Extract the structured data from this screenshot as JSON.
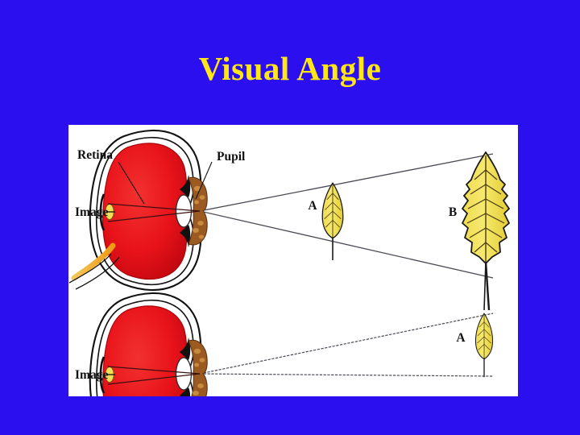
{
  "slide": {
    "title": "Visual Angle",
    "background_color": "#2B0FEF",
    "title_color": "#FFE617",
    "panel_color": "#FFFFFF"
  },
  "figure": {
    "caption": "Two-panel diagram showing visual angle: a near small leaf and a far large leaf subtend the same visual angle (top), versus a far small leaf subtending a smaller visual angle (bottom).",
    "top_diagram": {
      "name": "large-visual-angle-diagram",
      "eye_labels": [
        {
          "id": "retina",
          "text": "Retina"
        },
        {
          "id": "pupil",
          "text": "Pupil"
        },
        {
          "id": "image",
          "text": "Image"
        }
      ],
      "objects": [
        {
          "id": "leaf-a",
          "label": "A",
          "size": "small",
          "distance": "near",
          "color": "#F2E04A"
        },
        {
          "id": "leaf-b",
          "label": "B",
          "size": "large",
          "distance": "far",
          "color": "#F2E04A"
        }
      ]
    },
    "bottom_diagram": {
      "name": "small-visual-angle-diagram",
      "eye_labels": [
        {
          "id": "image",
          "text": "Image"
        }
      ],
      "objects": [
        {
          "id": "leaf-a",
          "label": "A",
          "size": "small",
          "distance": "far",
          "color": "#F2E04A"
        }
      ]
    },
    "colors": {
      "eye_body": "#E8131A",
      "eye_outline": "#111111",
      "optic_nerve": "#F2A81E",
      "cornea_iris": "#9A5A22",
      "leaf": "#F2E04A",
      "ray_line": "#4A4A55"
    }
  }
}
